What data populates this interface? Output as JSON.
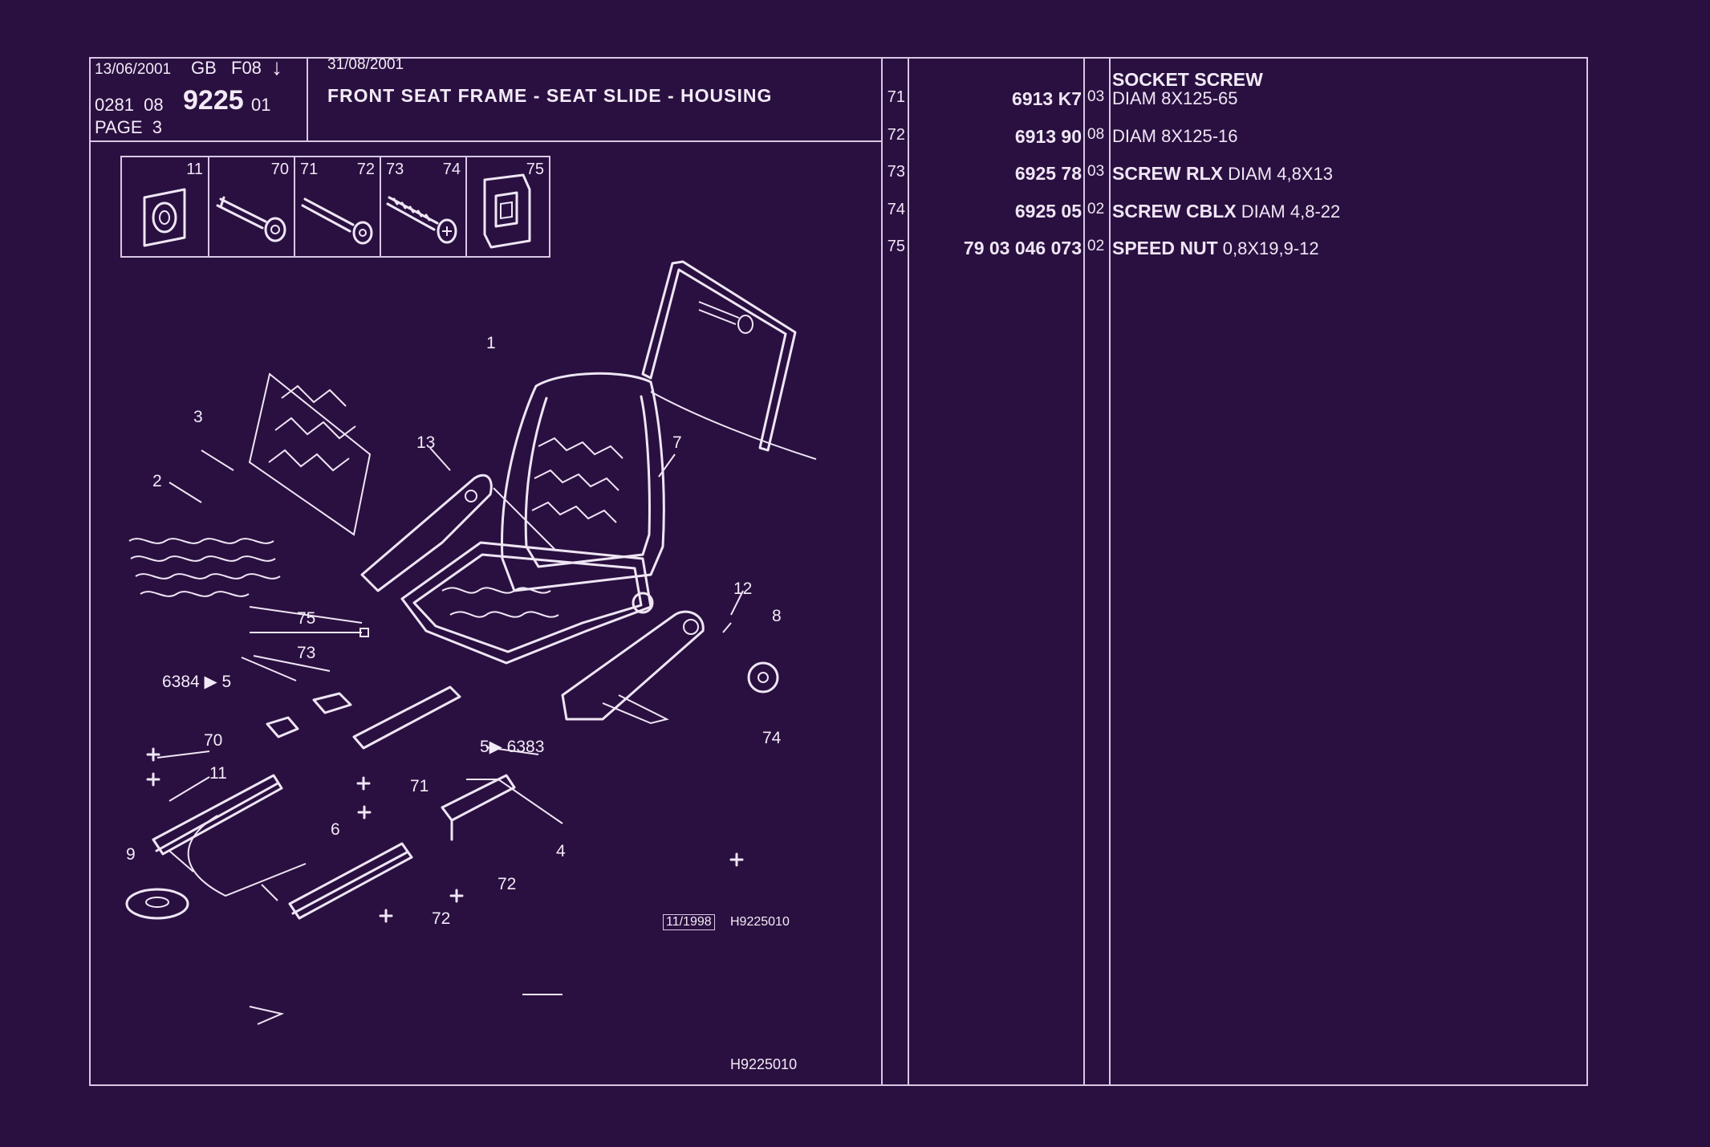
{
  "header": {
    "date_left": "13/06/2001",
    "country": "GB",
    "code": "F08",
    "arrow": "↓",
    "ref_prefix": "0281  08",
    "ref_main": "9225",
    "ref_suffix": "01",
    "page": "PAGE  3",
    "date_right": "31/08/2001",
    "title": "FRONT SEAT FRAME - SEAT SLIDE - HOUSING"
  },
  "thumbnails": [
    {
      "name": "grommet-thumb",
      "labels": [
        "11"
      ]
    },
    {
      "name": "screw-thumb-70",
      "labels": [
        "70"
      ]
    },
    {
      "name": "screw-thumb-71-72",
      "labels": [
        "71",
        "72"
      ]
    },
    {
      "name": "screw-thumb-73-74",
      "labels": [
        "73",
        "74"
      ]
    },
    {
      "name": "speed-nut-thumb",
      "labels": [
        "75"
      ]
    }
  ],
  "diagram": {
    "callouts": {
      "c1": "1",
      "c2": "2",
      "c3": "3",
      "c4": "4",
      "c6": "6",
      "c7": "7",
      "c8": "8",
      "c9": "9",
      "c11": "11",
      "c12": "12",
      "c13": "13",
      "c70": "70",
      "c71": "71",
      "c72a": "72",
      "c72b": "72",
      "c73": "73",
      "c74": "74",
      "c75": "75",
      "c5a": "6384 ▶ 5",
      "c5b": "5▶ 6383"
    },
    "stamp": "11/1998",
    "ref_code": "H9225010",
    "footer_code": "H9225010"
  },
  "parts": [
    {
      "index": "71",
      "reference": "6913 K7",
      "qty": "03",
      "name": "",
      "spec": "DIAM 8X125-65"
    },
    {
      "index": "72",
      "reference": "6913 90",
      "qty": "08",
      "name": "",
      "spec": "DIAM 8X125-16"
    },
    {
      "index": "73",
      "reference": "6925 78",
      "qty": "03",
      "name": "SCREW RLX",
      "spec": "DIAM 4,8X13"
    },
    {
      "index": "74",
      "reference": "6925 05",
      "qty": "02",
      "name": "SCREW CBLX",
      "spec": "DIAM 4,8-22"
    },
    {
      "index": "75",
      "reference": "79 03 046 073",
      "qty": "02",
      "name": "SPEED NUT",
      "spec": "0,8X19,9-12"
    }
  ],
  "parts_heading": "SOCKET SCREW",
  "colors": {
    "background": "#2a1040",
    "ink": "#efe6f5",
    "rule": "#d8c8e4"
  }
}
